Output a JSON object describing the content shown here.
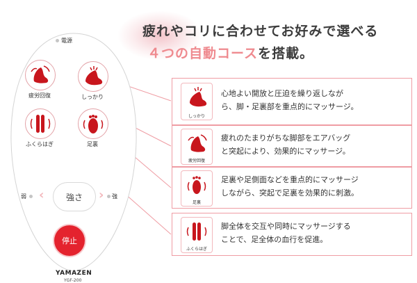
{
  "headline": {
    "line1": "疲れやコリに合わせてお好みで選べる",
    "line2_accent": "４つの自動コース",
    "line2_rest": "を搭載。"
  },
  "remote": {
    "power_label": "電源",
    "buttons": [
      {
        "label": "疲労回復"
      },
      {
        "label": "しっかり"
      },
      {
        "label": "ふくらはぎ"
      },
      {
        "label": "足裏"
      }
    ],
    "strength": {
      "weak_label": "弱",
      "strong_label": "強",
      "label": "強さ",
      "chev_left": "‹",
      "chev_right": "›"
    },
    "stop_label": "停止",
    "brand": "YAMAZEN",
    "model": "YGF-200"
  },
  "courses": [
    {
      "icon_label": "しっかり",
      "text_line1": "心地よい開放と圧迫を繰り返しなが",
      "text_line2": "ら、脚・足裏部を重点的にマッサージ。"
    },
    {
      "icon_label": "疲労回復",
      "text_line1": "疲れのたまりがちな脚部をエアバッグ",
      "text_line2": "と突起により、効果的にマッサージ。"
    },
    {
      "icon_label": "足裏",
      "text_line1": "足裏や足側面などを重点的にマッサージ",
      "text_line2": "しながら、突起で足裏を効果的に刺激。"
    },
    {
      "icon_label": "ふくらはぎ",
      "text_line1": "脚全体を交互や同時にマッサージする",
      "text_line2": "ことで、足全体の血行を促進。"
    }
  ],
  "colors": {
    "accent_pink": "#ef8a8f",
    "stop_red": "#e4232e",
    "icon_red": "#c8161d"
  }
}
